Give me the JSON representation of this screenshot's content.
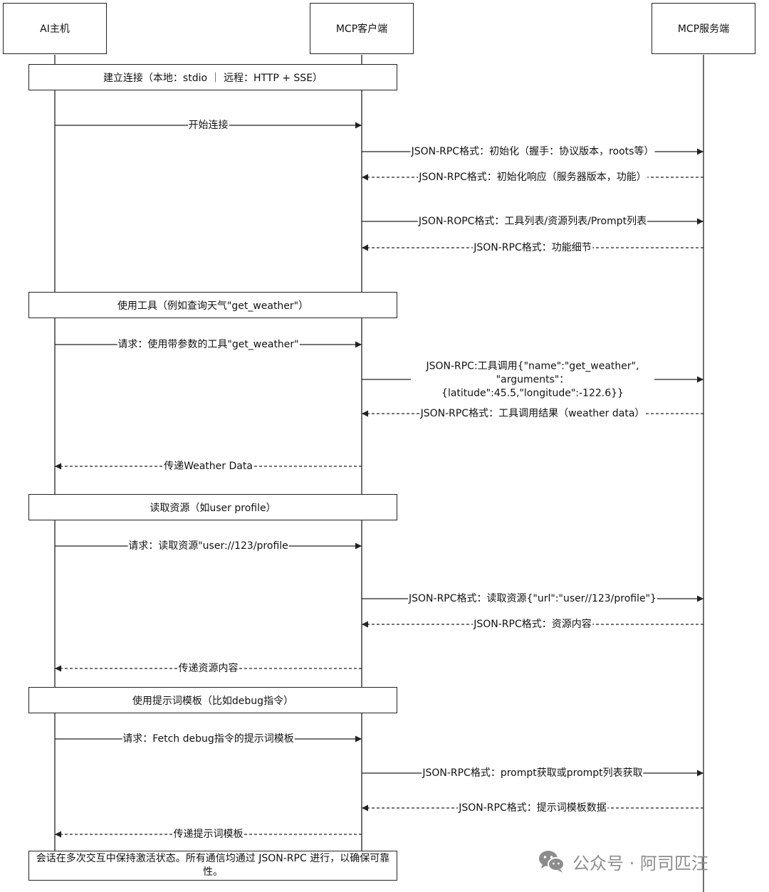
{
  "participants": {
    "host": "AI主机",
    "client": "MCP客户端",
    "server": "MCP服务端"
  },
  "phases": {
    "connect": "建立连接（本地：stdio ｜ 远程：HTTP + SSE）",
    "tool": "使用工具（例如查询天气\"get_weather\"）",
    "resource": "读取资源（如user profile）",
    "prompt": "使用提示词模板（比如debug指令）"
  },
  "messages": [
    {
      "from": "host",
      "to": "client",
      "style": "solid",
      "text": "开始连接"
    },
    {
      "from": "client",
      "to": "server",
      "style": "solid",
      "text": "JSON-RPC格式：初始化（握手：协议版本，roots等）"
    },
    {
      "from": "server",
      "to": "client",
      "style": "dashed",
      "text": "JSON-RPC格式：初始化响应（服务器版本，功能）"
    },
    {
      "from": "client",
      "to": "server",
      "style": "solid",
      "text": "JSON-ROPC格式：工具列表/资源列表/Prompt列表"
    },
    {
      "from": "server",
      "to": "client",
      "style": "dashed",
      "text": "JSON-RPC格式：功能细节"
    },
    {
      "from": "host",
      "to": "client",
      "style": "solid",
      "text": "请求：使用带参数的工具\"get_weather\""
    },
    {
      "from": "client",
      "to": "server",
      "style": "solid",
      "text": "JSON-RPC:工具调用{\"name\":\"get_weather\", \"arguments\"：{latitude\":45.5,\"longitude\":-122.6}}"
    },
    {
      "from": "server",
      "to": "client",
      "style": "dashed",
      "text": "JSON-RPC格式：工具调用结果（weather data）"
    },
    {
      "from": "client",
      "to": "host",
      "style": "dashed",
      "text": "传递Weather Data"
    },
    {
      "from": "host",
      "to": "client",
      "style": "solid",
      "text": "请求：读取资源\"user://123/profile"
    },
    {
      "from": "client",
      "to": "server",
      "style": "solid",
      "text": "JSON-RPC格式：读取资源{\"url\":\"user//123/profile\"}"
    },
    {
      "from": "server",
      "to": "client",
      "style": "dashed",
      "text": "JSON-RPC格式：资源内容"
    },
    {
      "from": "client",
      "to": "host",
      "style": "dashed",
      "text": "传递资源内容"
    },
    {
      "from": "host",
      "to": "client",
      "style": "solid",
      "text": "请求：Fetch debug指令的提示词模板"
    },
    {
      "from": "client",
      "to": "server",
      "style": "solid",
      "text": "JSON-RPC格式：prompt获取或prompt列表获取"
    },
    {
      "from": "server",
      "to": "client",
      "style": "dashed",
      "text": "JSON-RPC格式：提示词模板数据"
    },
    {
      "from": "client",
      "to": "host",
      "style": "dashed",
      "text": "传递提示词模板"
    }
  ],
  "note": "会话在多次交互中保持激活状态。所有通信均通过 JSON-RPC 进行，以确保可靠性。",
  "watermark": "公众号 · 阿司匹汪",
  "colors": {
    "line": "#222222",
    "watermark": "#8d8d8d"
  }
}
